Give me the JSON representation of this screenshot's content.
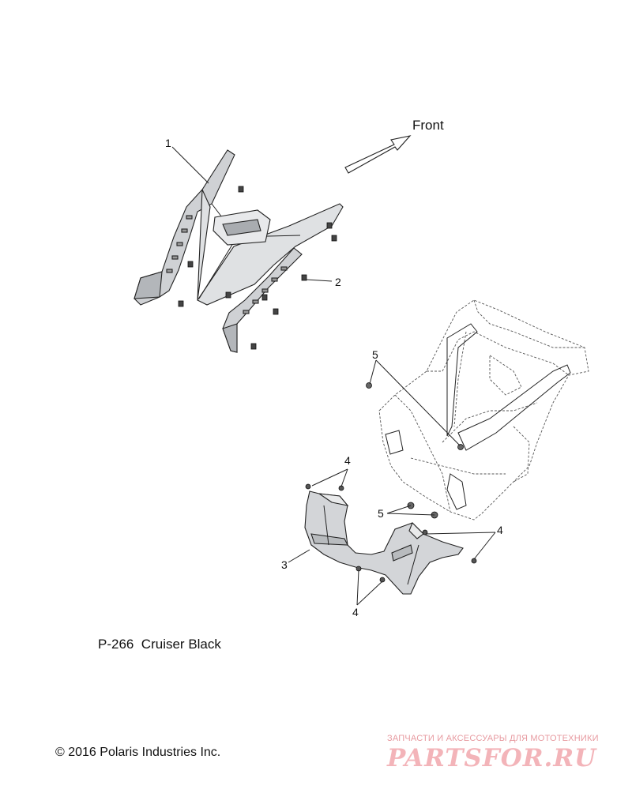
{
  "diagram": {
    "direction_label": "Front",
    "callouts": [
      {
        "id": "c1",
        "text": "1"
      },
      {
        "id": "c2",
        "text": "2"
      },
      {
        "id": "c3",
        "text": "3"
      },
      {
        "id": "c4a",
        "text": "4"
      },
      {
        "id": "c4b",
        "text": "4"
      },
      {
        "id": "c4c",
        "text": "4"
      },
      {
        "id": "c5a",
        "text": "5"
      },
      {
        "id": "c5b",
        "text": "5"
      }
    ]
  },
  "caption": "P-266  Cruiser Black",
  "copyright": "© 2016 Polaris Industries Inc.",
  "watermark": {
    "tagline": "ЗАПЧАСТИ И АКСЕССУАРЫ ДЛЯ МОТОТЕХНИКИ",
    "logo": "PARTSFOR.RU"
  }
}
